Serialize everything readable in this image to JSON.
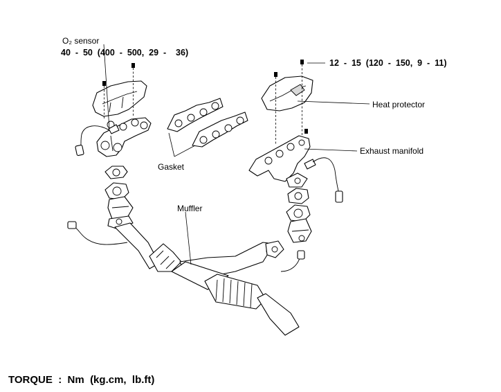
{
  "labels": {
    "o2_sensor": "O₂ sensor",
    "torque_o2": "40  -  50  (400  -  500,  29  -    36)",
    "torque_heat": "12  -  15  (120  -  150,  9  -  11)",
    "heat_protector": "Heat protector",
    "exhaust_manifold": "Exhaust manifold",
    "gasket": "Gasket",
    "muffler": "Muffler",
    "torque_units": "TORQUE  :  Nm  (kg.cm,  lb.ft)"
  }
}
